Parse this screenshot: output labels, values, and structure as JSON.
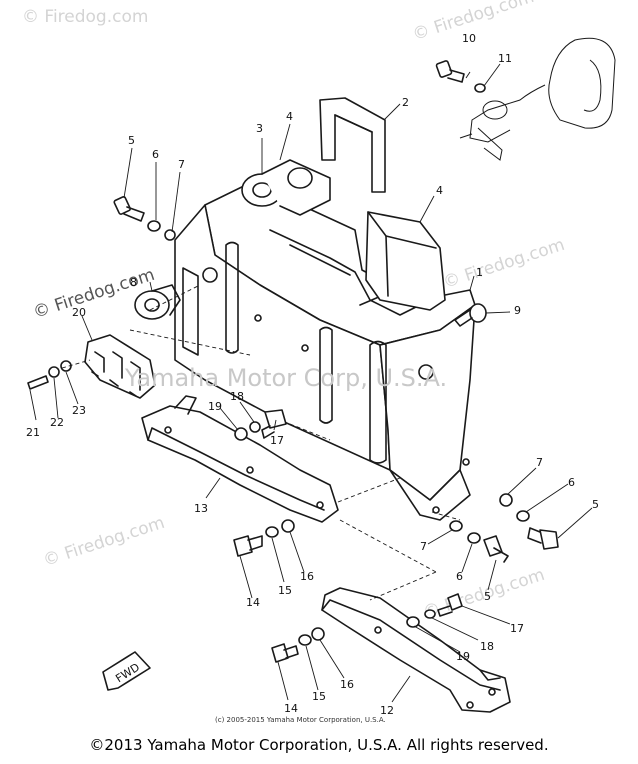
{
  "watermarks": {
    "firedog": "© Firedog.com",
    "center": "Yamaha Motor Corp, U.S.A."
  },
  "small_copyright": "(c) 2005-2015 Yamaha Motor Corporation, U.S.A.",
  "footer": "©2013 Yamaha Motor Corporation, U.S.A. All rights reserved.",
  "fwd_label": "FWD",
  "callouts": [
    "1",
    "2",
    "3",
    "4",
    "4",
    "5",
    "5",
    "5",
    "6",
    "6",
    "6",
    "7",
    "7",
    "7",
    "8",
    "9",
    "10",
    "11",
    "12",
    "13",
    "14",
    "14",
    "15",
    "15",
    "16",
    "16",
    "17",
    "17",
    "18",
    "18",
    "19",
    "19",
    "20",
    "21",
    "22",
    "23"
  ]
}
